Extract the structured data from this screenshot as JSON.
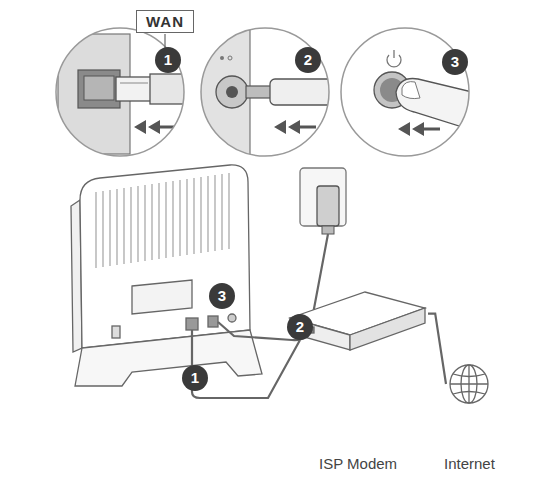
{
  "diagram": {
    "nodes": [
      {
        "text": [
          "WAN"
        ]
      },
      {
        "text": [
          "ISP Modem"
        ]
      },
      {
        "text": [
          "Internet"
        ]
      }
    ],
    "edges": [
      {
        "from": 1,
        "to": 2,
        "arrow": "none"
      }
    ],
    "labels": [
      "1",
      "2",
      "3",
      "3",
      "2",
      "1"
    ]
  }
}
